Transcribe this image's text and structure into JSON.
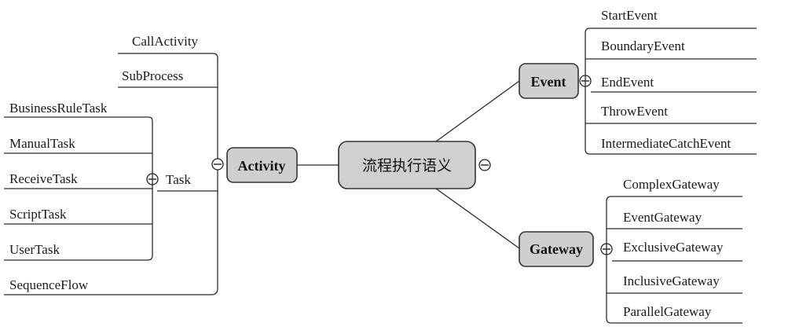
{
  "root": {
    "label": "流程执行语义"
  },
  "activity": {
    "label": "Activity",
    "items": [
      "CallActivity",
      "SubProcess"
    ],
    "task": {
      "label": "Task",
      "items": [
        "BusinessRuleTask",
        "ManualTask",
        "ReceiveTask",
        "ScriptTask",
        "UserTask"
      ]
    },
    "tail": "SequenceFlow"
  },
  "event": {
    "label": "Event",
    "items": [
      "StartEvent",
      "BoundaryEvent",
      "EndEvent",
      "ThrowEvent",
      "IntermediateCatchEvent"
    ]
  },
  "gateway": {
    "label": "Gateway",
    "items": [
      "ComplexGateway",
      "EventGateway",
      "ExclusiveGateway",
      "InclusiveGateway",
      "ParallelGateway"
    ]
  },
  "colors": {
    "node_fill": "#cfcfcf",
    "line": "#2b2b2b",
    "text": "#1a1a1a"
  }
}
